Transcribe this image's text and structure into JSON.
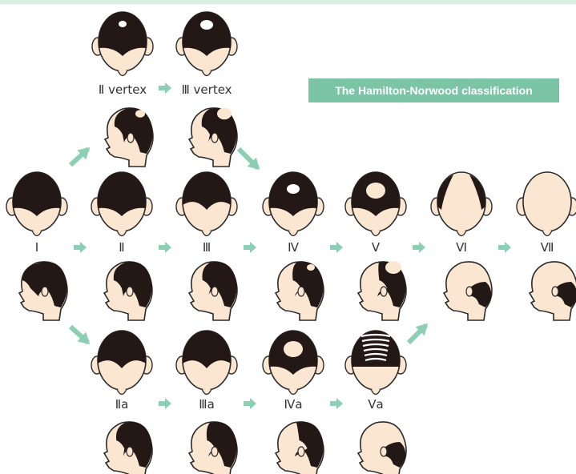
{
  "title": "The Hamilton-Norwood classification",
  "colors": {
    "hair": "#231815",
    "skin": "#fbe6d2",
    "outline": "#2b2b2b",
    "arrow": "#8ccfb3",
    "badge": "#7cc4a6"
  },
  "labels": {
    "ii_vertex": "Ⅱ vertex",
    "iii_vertex": "Ⅲ vertex",
    "i": "Ⅰ",
    "ii": "Ⅱ",
    "iii": "Ⅲ",
    "iv": "Ⅳ",
    "v": "Ⅴ",
    "vi": "Ⅵ",
    "vii": "Ⅶ",
    "iia": "Ⅱa",
    "iiia": "Ⅲa",
    "iva": "Ⅳa",
    "va": "Ⅴa"
  }
}
